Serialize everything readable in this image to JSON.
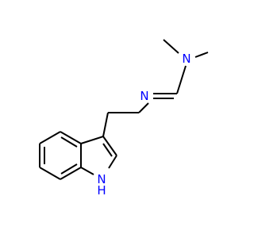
{
  "molecule": {
    "atoms": {
      "nh_ring": {
        "label": "H",
        "subscript": "",
        "color": "#0000ff"
      },
      "nh_ring_n": {
        "label": "N",
        "color": "#0000ff"
      },
      "n_imine": {
        "label": "N",
        "color": "#0000ff"
      },
      "n_amine": {
        "label": "N",
        "color": "#0000ff"
      }
    },
    "bond_color": "#000000"
  }
}
